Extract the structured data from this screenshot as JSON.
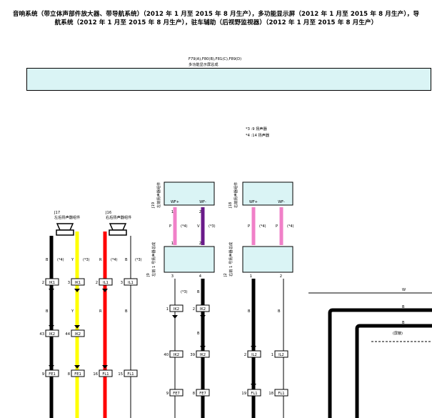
{
  "title": {
    "line1": "音响系统（带立体声部件放大器、带导航系统）（2012 年 1 月至 2015 年 8 月生产），多功能显示屏（2012 年 1 月至 2015 年 8 月生产），导",
    "line2": "航系统（2012 年 1 月至 2015 年 8 月生产），驻车辅助（后视野监视器）（2012 年 1 月至 2015 年 8 月生产）"
  },
  "ecu": {
    "connectors": "F79(A),F80(B),F81(C),F89(D)",
    "name": "多功能显示屏总成"
  },
  "notes": [
    "*3 :9 扬声器",
    "*4 :14 扬声器"
  ],
  "speakers": {
    "j17": {
      "code": "J17",
      "name": "左后扬声器组件"
    },
    "j16": {
      "code": "J16",
      "name": "右后扬声器组件"
    }
  },
  "tweeters": {
    "j19": {
      "code": "J19",
      "name": "左前扬声器组件"
    },
    "j18": {
      "code": "J18",
      "name": "右前扬声器组件"
    }
  },
  "front_speakers": {
    "j9": {
      "code": "J9",
      "name": "左前 1 号扬声器总成"
    },
    "j2": {
      "code": "J2",
      "name": "右前 1 号扬声器总成"
    }
  },
  "connector_boxes": [
    "IK1",
    "IK1",
    "IL1",
    "IL1",
    "IK2",
    "IK2",
    "IK2",
    "IK2",
    "IL2",
    "IL2",
    "FE1",
    "FE1",
    "FL1",
    "FL1",
    "FE7",
    "FE7",
    "FL1",
    "FL1"
  ],
  "pins": [
    "2",
    "3",
    "2",
    "3",
    "43",
    "44",
    "9",
    "8",
    "16",
    "15",
    "1",
    "2",
    "40",
    "39",
    "9",
    "8",
    "2",
    "1",
    "19",
    "18",
    "1",
    "2",
    "1",
    "2",
    "3",
    "4",
    "1",
    "2"
  ],
  "tweeter_pins": [
    "WF+",
    "WF-",
    "WF+",
    "WF-"
  ],
  "wire_colors": [
    "B",
    "Y",
    "R",
    "B",
    "B",
    "Y",
    "R",
    "B",
    "P",
    "V",
    "P",
    "P",
    "B",
    "B",
    "B",
    "B",
    "W",
    "B",
    "B"
  ],
  "wire_notes": [
    "(*4)",
    "(*3)",
    "(*4)",
    "(*3)",
    "(*4)",
    "(*3)",
    "(*4)",
    "(*4)",
    "(*3)"
  ],
  "shield_label": "(屏蔽)",
  "colors": {
    "ecu_fill": "#daf4f5",
    "box_fill": "#daf4f5",
    "black": "#000000",
    "yellow": "#ffff00",
    "red": "#ff0000",
    "pink": "#f080c8",
    "purple": "#6a1a8a"
  }
}
